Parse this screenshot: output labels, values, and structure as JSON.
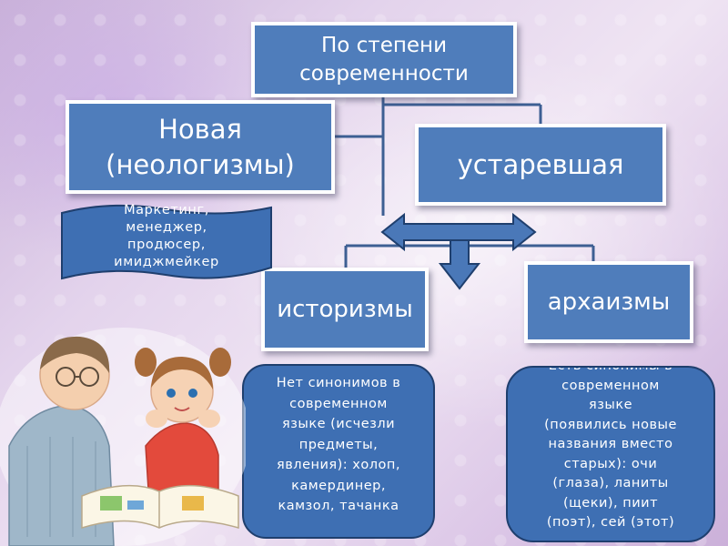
{
  "diagram": {
    "root": {
      "label_1": "По степени",
      "label_2": "современности"
    },
    "new": {
      "label_1": "Новая",
      "label_2": "(неологизмы)"
    },
    "obsolete": {
      "label": "устаревшая"
    },
    "historisms": {
      "label": "историзмы"
    },
    "archaisms": {
      "label": "архаизмы"
    },
    "neologism_examples": {
      "line_1": "Маркетинг,",
      "line_2": "менеджер,",
      "line_3": "продюсер,",
      "line_4": "имиджмейкер"
    },
    "historisms_note": {
      "line_1": "Нет синонимов в",
      "line_2": "современном",
      "line_3": "языке (исчезли",
      "line_4": "предметы,",
      "line_5": "явления): холоп,",
      "line_6": "камердинер,",
      "line_7": "камзол, тачанка"
    },
    "archaisms_note": {
      "line_1": "Есть синонимы в",
      "line_2": "современном",
      "line_3": "языке",
      "line_4": "(появились новые",
      "line_5": "названия вместо",
      "line_6": "старых):  очи",
      "line_7": "(глаза), ланиты",
      "line_8": "(щеки), пиит",
      "line_9": "(поэт), сей (этот)"
    }
  },
  "colors": {
    "box_fill": "#4f7dbb",
    "bubble_fill": "#3e6fb3",
    "connector": "#3d5f93",
    "arrow_fill": "#4a78b8"
  }
}
